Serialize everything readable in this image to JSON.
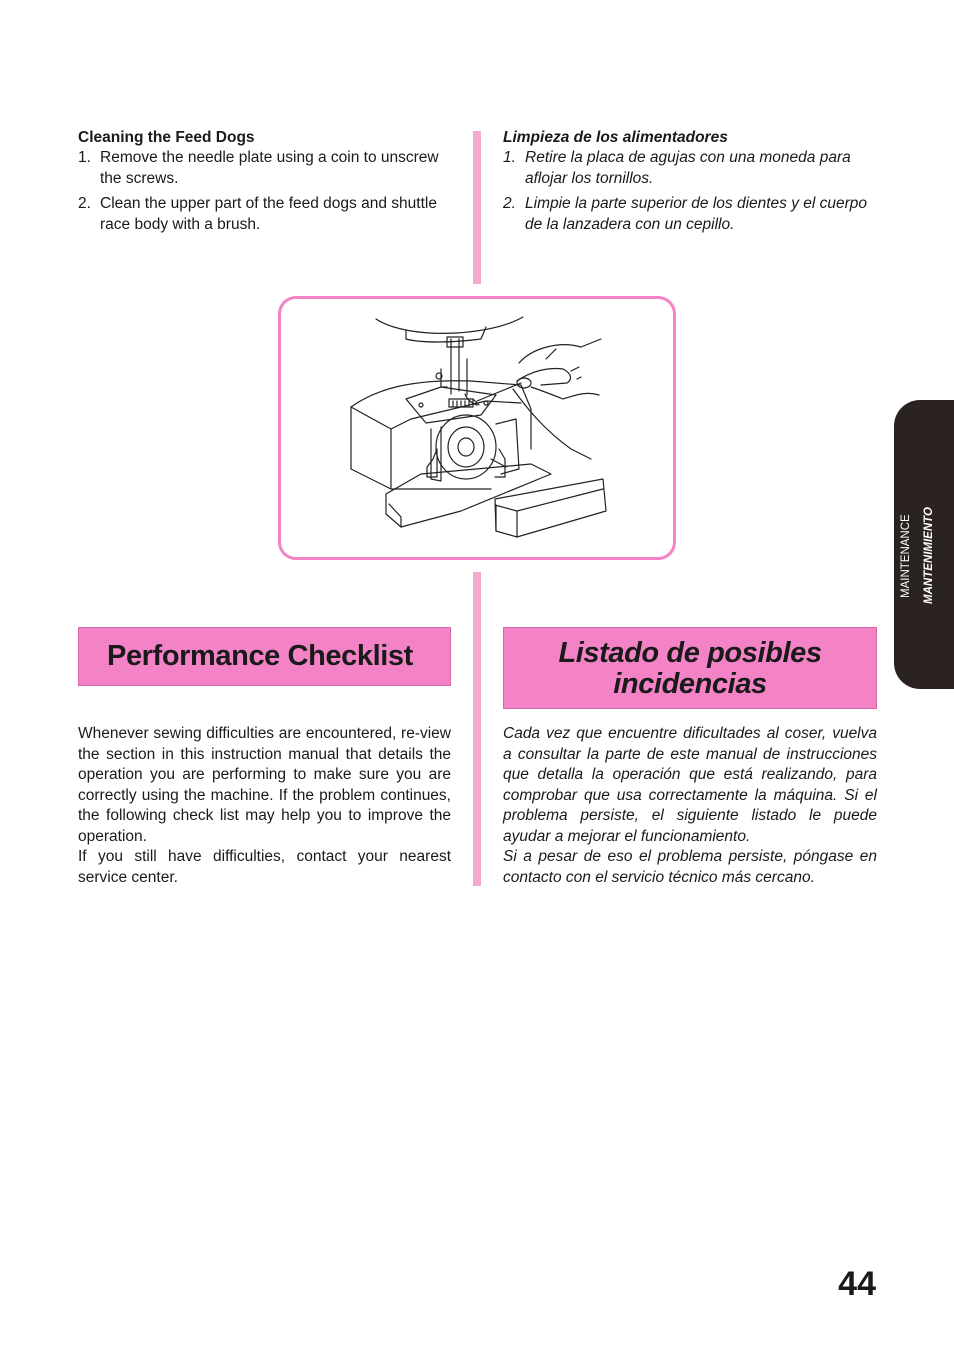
{
  "english": {
    "cleaning_heading": "Cleaning the Feed Dogs",
    "steps": [
      {
        "num": "1.",
        "text": "Remove the needle plate using a coin to unscrew the screws."
      },
      {
        "num": "2.",
        "text": "Clean the upper part of the feed dogs and shuttle race body with a brush."
      }
    ],
    "section_title": "Performance Checklist",
    "intro_paragraphs": [
      "Whenever sewing difficulties are encountered, re-view the section in this instruction manual that details the operation you are performing to make sure you are correctly using the machine. If the problem continues, the following check list may help you to improve the operation.",
      "If you still have difficulties, contact your nearest service center."
    ]
  },
  "spanish": {
    "cleaning_heading": "Limpieza de los alimentadores",
    "steps": [
      {
        "num": "1.",
        "text": "Retire la placa de agujas con una moneda para aflojar los tornillos."
      },
      {
        "num": "2.",
        "text": "Limpie la parte superior de los dientes y el cuerpo de la lanzadera con un cepillo."
      }
    ],
    "section_title_line1": "Listado de posibles",
    "section_title_line2": "incidencias",
    "intro_paragraphs": [
      "Cada vez que encuentre dificultades al coser, vuelva a consultar la parte de este manual de instrucciones que detalla la operación que está realizando, para comprobar que usa correctamente la máquina. Si el problema persiste, el siguiente listado le puede ayudar a mejorar el funcionamiento.",
      "Si a pesar de eso el problema persiste, póngase en contacto con el servicio técnico más cercano."
    ]
  },
  "side_tab": {
    "english_label": "MAINTENANCE",
    "spanish_label": "MANTENIMIENTO"
  },
  "page_number": "44",
  "colors": {
    "accent_pink": "#f383c6",
    "divider_pink": "#f4a9cf",
    "tab_dark": "#2b2322"
  },
  "figure": {
    "icon": "sewing-machine-cleaning-illustration"
  }
}
